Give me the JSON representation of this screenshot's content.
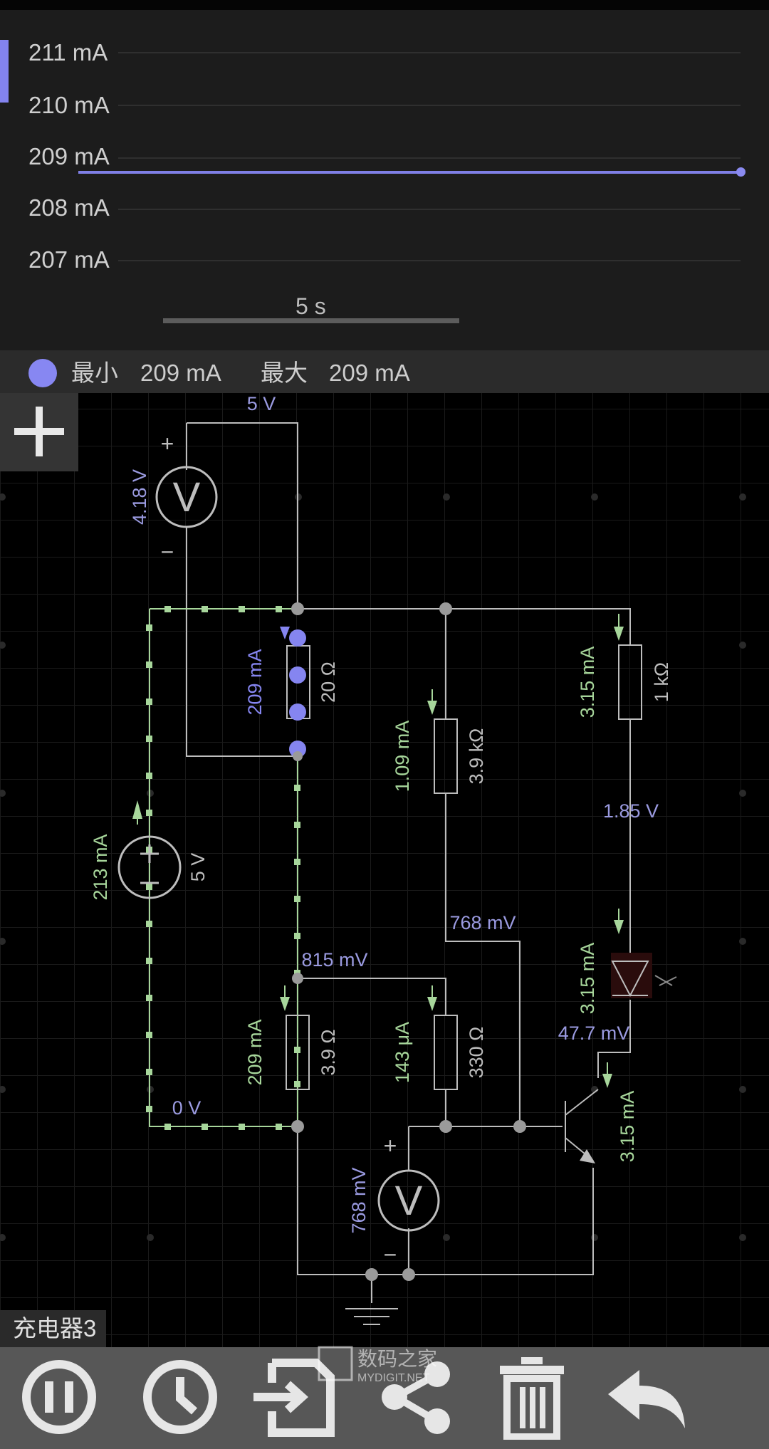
{
  "graph": {
    "y_ticks": [
      "211 mA",
      "210 mA",
      "209 mA",
      "208 mA",
      "207 mA"
    ],
    "time_scale": "5 s"
  },
  "legend": {
    "min_label": "最小",
    "min_value": "209 mA",
    "max_label": "最大",
    "max_value": "209 mA"
  },
  "circuit": {
    "supply_voltage_top": "5 V",
    "voltmeter1_reading": "4.18 V",
    "plus_sign": "+",
    "minus_sign": "−",
    "r20_current": "209 mA",
    "r20_value": "20 Ω",
    "source_current": "213 mA",
    "source_voltage": "5 V",
    "r39k_current": "1.09 mA",
    "r39k_value": "3.9 kΩ",
    "r1k_current": "3.15 mA",
    "r1k_value": "1 kΩ",
    "node_1_85": "1.85 V",
    "node_768": "768 mV",
    "node_815": "815 mV",
    "led_current": "3.15 mA",
    "node_47_7": "47.7 mV",
    "r39_current": "209 mA",
    "r39_value": "3.9 Ω",
    "r330_current": "143 μA",
    "r330_value": "330 Ω",
    "transistor_current": "3.15 mA",
    "ground_voltage": "0 V",
    "voltmeter2_reading": "768 mV",
    "meter_symbol": "V"
  },
  "circuit_name": "充电器3",
  "watermark": {
    "text_cn": "数码之家",
    "text_en": "MYDIGIT.NET"
  },
  "toolbar": {
    "buttons": [
      "pause-icon",
      "clock-icon",
      "export-icon",
      "share-icon",
      "trash-icon",
      "undo-icon"
    ]
  },
  "colors": {
    "accent_blue": "#8585f0",
    "current_green": "#a6d49a",
    "wire": "#bdbdbd"
  }
}
